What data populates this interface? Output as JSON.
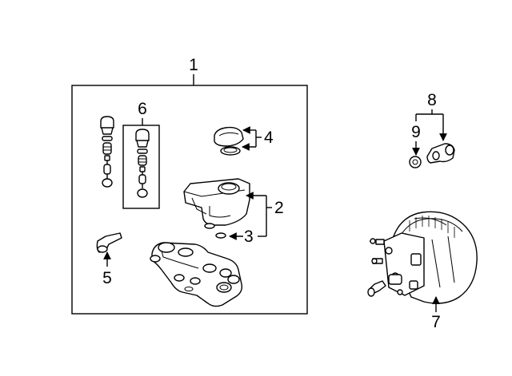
{
  "callouts": {
    "c1": "1",
    "c2": "2",
    "c3": "3",
    "c4": "4",
    "c5": "5",
    "c6": "6",
    "c7": "7",
    "c8": "8",
    "c9": "9"
  }
}
